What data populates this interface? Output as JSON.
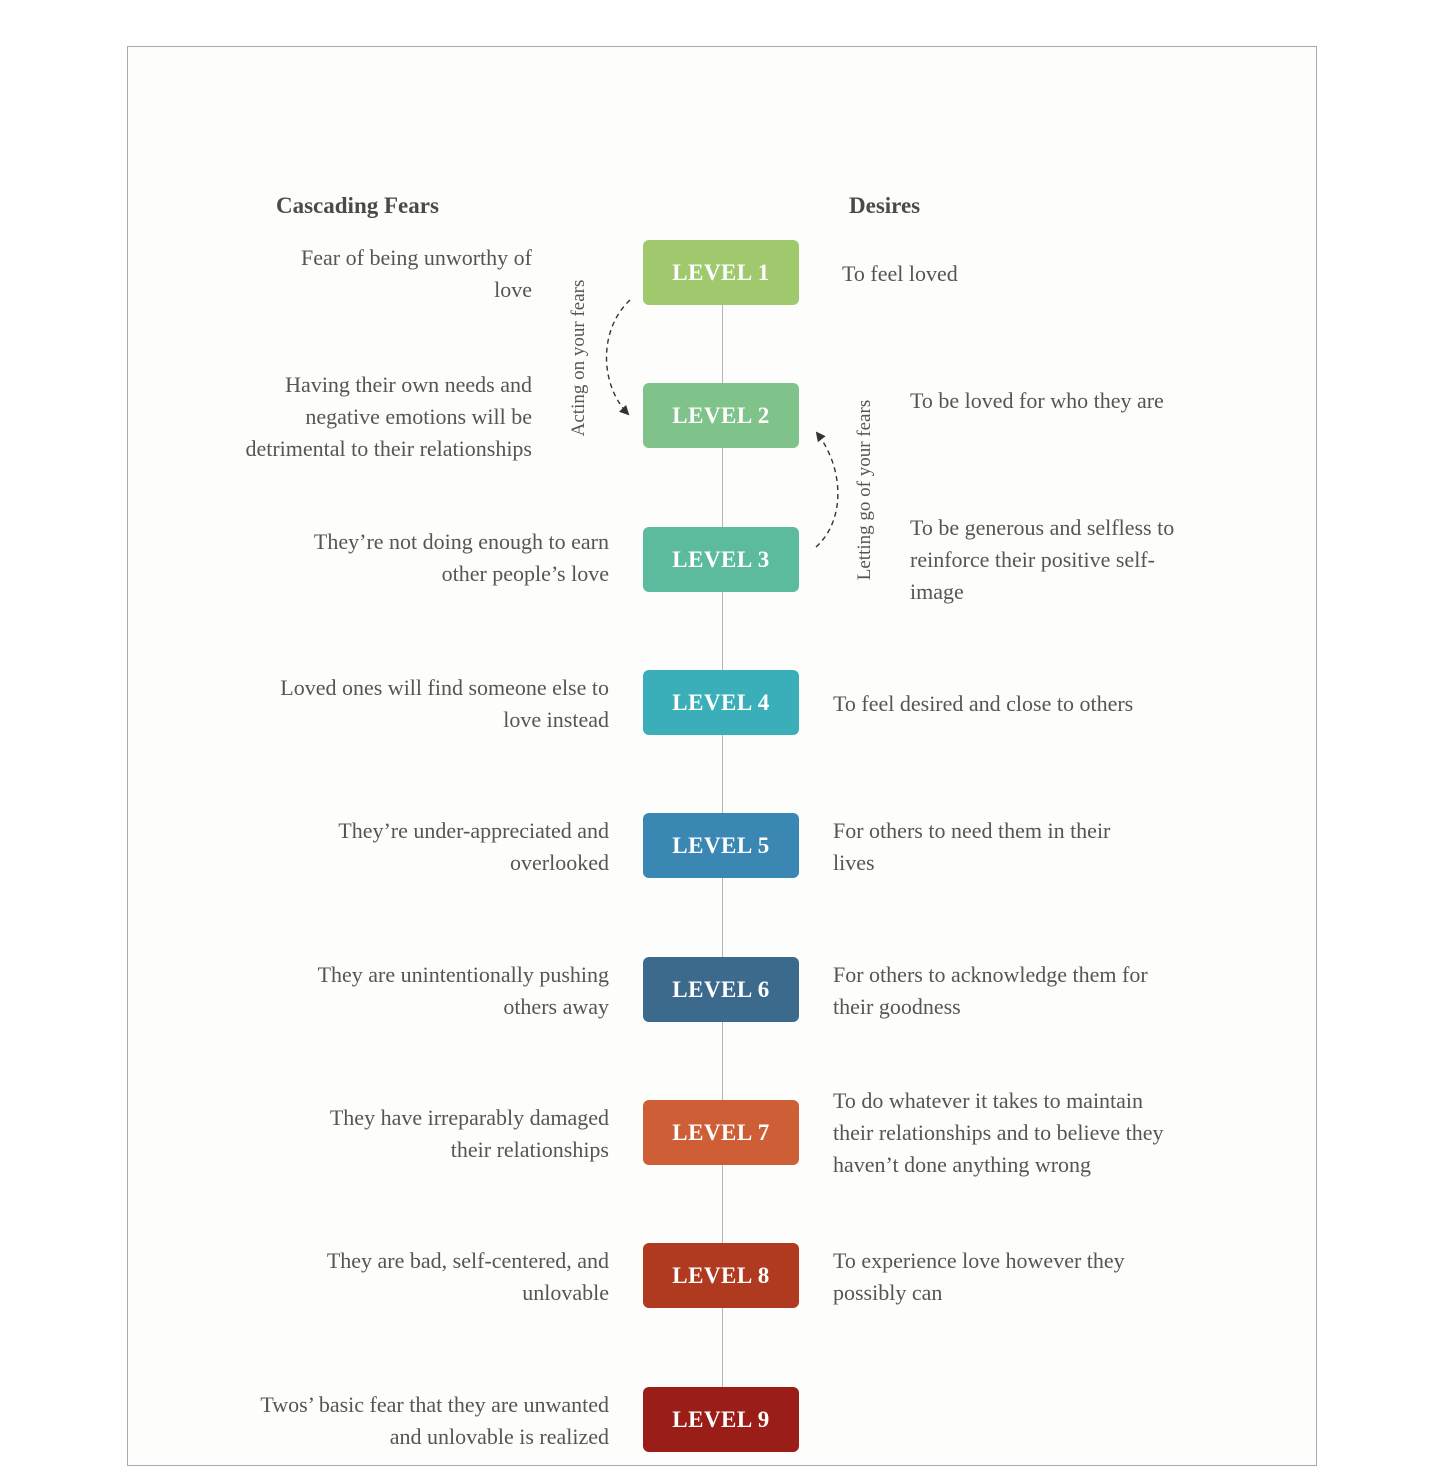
{
  "headings": {
    "fears": "Cascading Fears",
    "desires": "Desires"
  },
  "arrows": {
    "down_label": "Acting on your fears",
    "up_label": "Letting go of your fears"
  },
  "levels": [
    {
      "label": "LEVEL 1",
      "color": "#a0c96e",
      "fear": "Fear of being unworthy of love",
      "desire": "To feel loved"
    },
    {
      "label": "LEVEL 2",
      "color": "#7fc28a",
      "fear": "Having their own needs and negative emotions will be detrimental to their relationships",
      "desire": "To be loved for who they are"
    },
    {
      "label": "LEVEL 3",
      "color": "#5cbb9f",
      "fear": "They’re not doing enough to earn other people’s love",
      "desire": "To be generous and selfless to reinforce their positive self-image"
    },
    {
      "label": "LEVEL 4",
      "color": "#3aafba",
      "fear": "Loved ones will find someone else to love instead",
      "desire": "To feel desired and close to others"
    },
    {
      "label": "LEVEL 5",
      "color": "#3a87b4",
      "fear": "They’re under-appreciated and overlooked",
      "desire": "For others to need them in their lives"
    },
    {
      "label": "LEVEL 6",
      "color": "#3b6a8c",
      "fear": "They are unintentionally pushing others away",
      "desire": "For others to acknowledge them for their goodness"
    },
    {
      "label": "LEVEL 7",
      "color": "#cd5e35",
      "fear": "They have irreparably damaged their relationships",
      "desire": "To  do whatever it takes to maintain their relationships and to believe they haven’t done anything wrong"
    },
    {
      "label": "LEVEL 8",
      "color": "#b03a1f",
      "fear": "They are bad, self-centered, and unlovable",
      "desire": "To experience love however they possibly can"
    },
    {
      "label": "LEVEL 9",
      "color": "#9a1d17",
      "fear": "Twos’ basic fear that they are unwanted and unlovable is realized",
      "desire": ""
    }
  ]
}
